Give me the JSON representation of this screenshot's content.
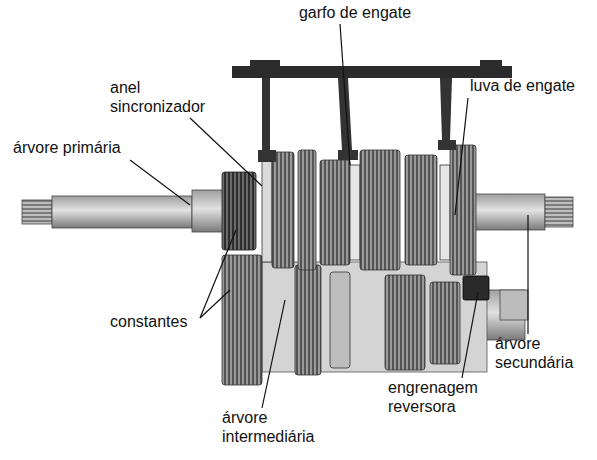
{
  "diagram": {
    "labels": [
      "garfo de engate",
      "anel sincronizador",
      "luva de engate",
      "árvore primária",
      "constantes",
      "árvore secundária",
      "engrenagem reversora",
      "árvore intermediária"
    ]
  }
}
